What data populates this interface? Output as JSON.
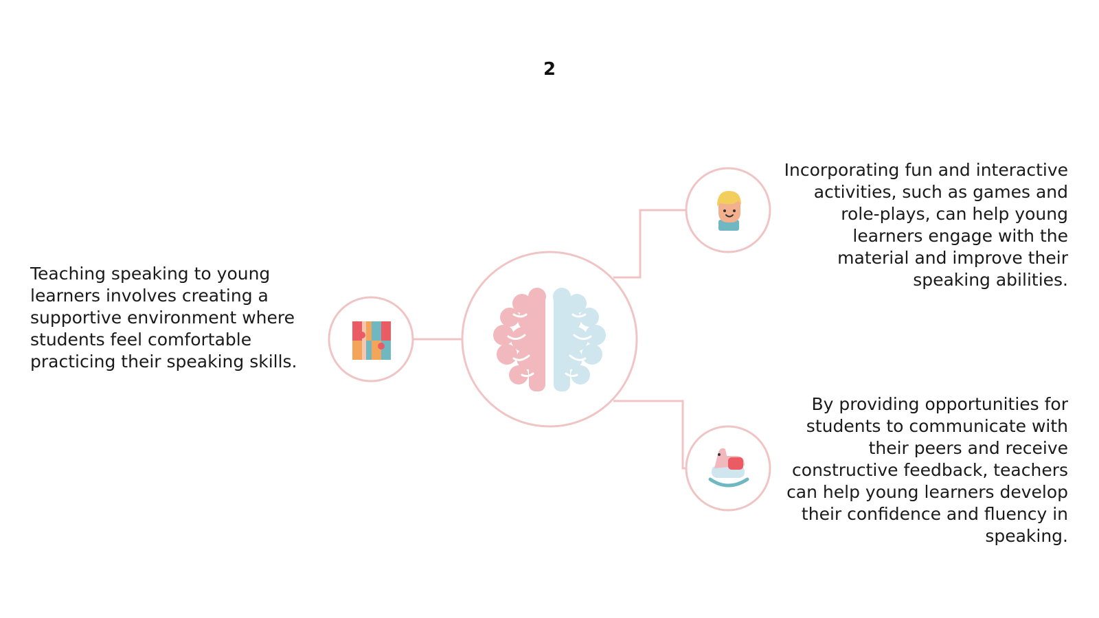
{
  "slide": {
    "number": "2"
  },
  "texts": {
    "left": "Teaching speaking to young learners involves creating a supportive environment where students feel comfortable practicing their speaking skills.",
    "top_right": "Incorporating fun and interactive activities, such as games and role-plays, can help young learners engage with the material and improve their speaking abilities.",
    "bottom_right": "By providing opportunities for students to communicate with their peers and receive constructive feedback, teachers can help young learners develop their confidence and fluency in speaking."
  },
  "colors": {
    "connector": "#f0c4c4",
    "brain_left": "#f1b9bd",
    "brain_right": "#cfe6ee",
    "accent_red": "#ea5b63",
    "accent_orange": "#f3a65a",
    "accent_teal": "#6fb8c1",
    "hair_yellow": "#f2cf5c",
    "skin": "#f3b08e"
  },
  "icons": {
    "center": "brain-icon",
    "left": "blocks-icon",
    "top_right": "child-face-icon",
    "bottom_right": "rocking-horse-icon"
  }
}
